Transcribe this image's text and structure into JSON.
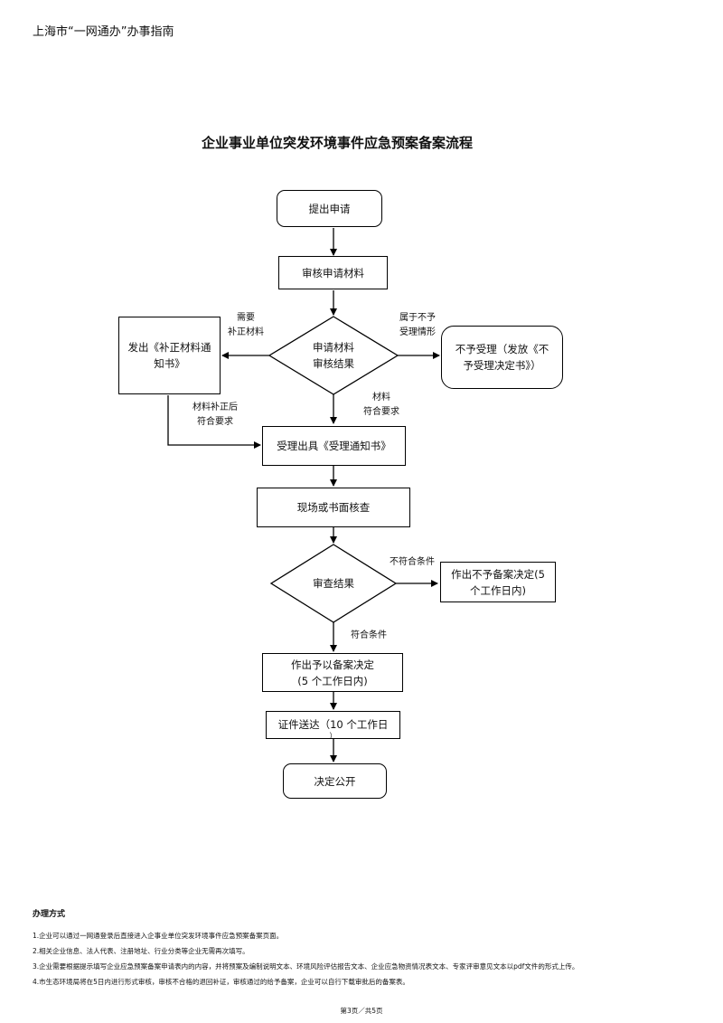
{
  "header": "上海市“一网通办”办事指南",
  "title": "企业事业单位突发环境事件应急预案备案流程",
  "nodes": {
    "submit": "提出申请",
    "review_materials": "审核申请材料",
    "review_result_line1": "申请材料",
    "review_result_line2": "审核结果",
    "supplement_line1": "发出《补正材料通",
    "supplement_line2": "知书》",
    "reject_line1": "不予受理（发放《不",
    "reject_line2": "予受理决定书》）",
    "accept": "受理出具《受理通知书》",
    "onsite_check": "现场或书面核查",
    "audit_result": "审查结果",
    "no_filing_line1": "作出不予备案决定(5",
    "no_filing_line2": "个工作日内)",
    "filing_line1": "作出予以备案决定",
    "filing_line2": "(5 个工作日内)",
    "delivery_line1": "证件送达（10 个工作日",
    "delivery_line2": "）",
    "publish": "决定公开"
  },
  "edge_labels": {
    "need_supplement_1": "需要",
    "need_supplement_2": "补正材料",
    "not_accepted_1": "属于不予",
    "not_accepted_2": "受理情形",
    "supplemented_1": "材料补正后",
    "supplemented_2": "符合要求",
    "materials_ok_1": "材料",
    "materials_ok_2": "符合要求",
    "not_compliant": "不符合条件",
    "compliant": "符合条件"
  },
  "method": {
    "title": "办理方式",
    "items": [
      "1.企业可以通过一网通登录后直接进入企事业单位突发环境事件应急预案备案页面。",
      "2.相关企业信息、法人代表、注册地址、行业分类等企业无需再次填写。",
      "3.企业需要根据提示填写企业应急预案备案申请表内的内容，并将预案及编制说明文本、环境风险评估报告文本、企业应急物资情况表文本、专家评审意见文本以pdf文件的形式上传。",
      "4.市生态环境局将在5日内进行形式审核，审核不合格的退回补证，审核通过的给予备案，企业可以自行下载审批后的备案表。"
    ]
  },
  "footer": "第3页／共5页"
}
